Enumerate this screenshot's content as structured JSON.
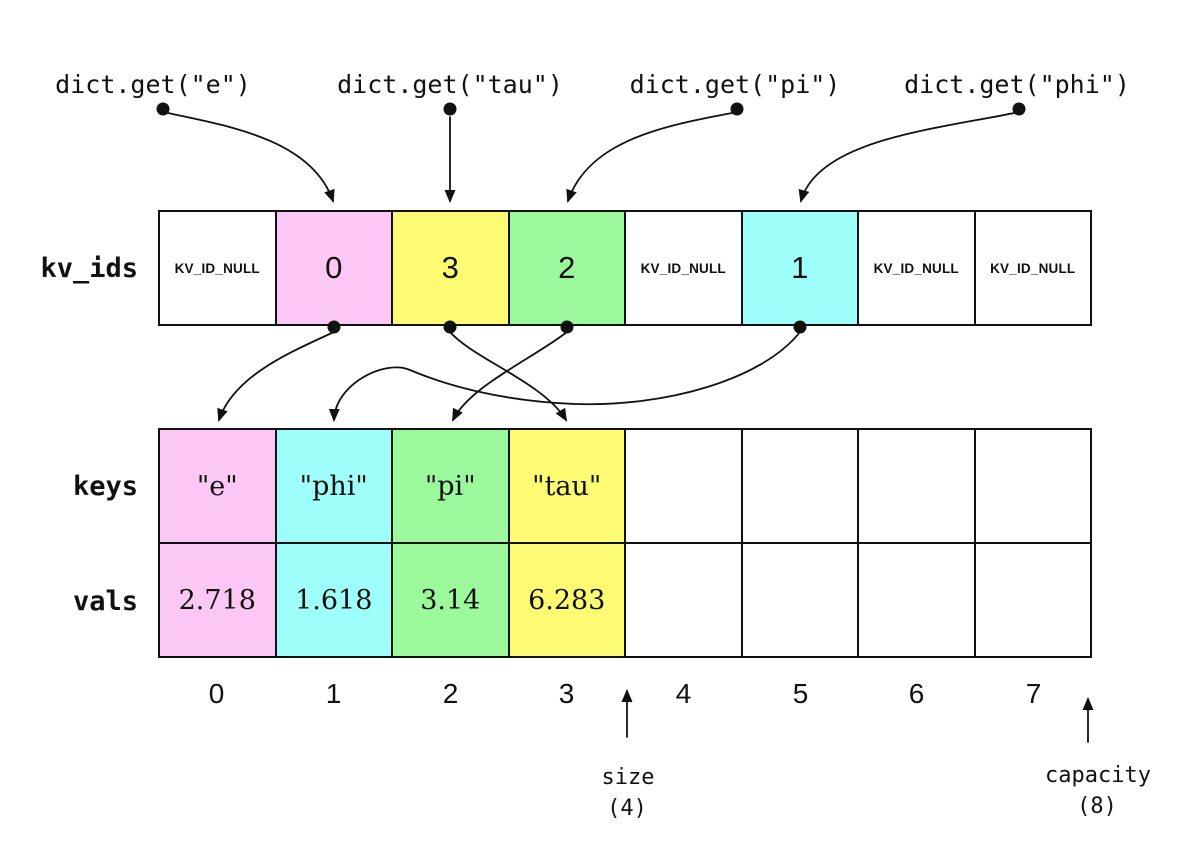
{
  "colors": {
    "pink": "#FBC8F5",
    "yellow": "#FDFB72",
    "green": "#9BF89B",
    "cyan": "#9EFEFA",
    "white": "#FFFFFF",
    "ink": "#111111"
  },
  "queries": [
    {
      "label": "dict.get(\"e\")"
    },
    {
      "label": "dict.get(\"tau\")"
    },
    {
      "label": "dict.get(\"pi\")"
    },
    {
      "label": "dict.get(\"phi\")"
    }
  ],
  "rows": {
    "kv_ids": {
      "label": "kv_ids",
      "cells": [
        {
          "text": "KV_ID_NULL",
          "color": "white"
        },
        {
          "text": "0",
          "color": "pink"
        },
        {
          "text": "3",
          "color": "yellow"
        },
        {
          "text": "2",
          "color": "green"
        },
        {
          "text": "KV_ID_NULL",
          "color": "white"
        },
        {
          "text": "1",
          "color": "cyan"
        },
        {
          "text": "KV_ID_NULL",
          "color": "white"
        },
        {
          "text": "KV_ID_NULL",
          "color": "white"
        }
      ]
    },
    "keys": {
      "label": "keys",
      "cells": [
        {
          "text": "\"e\"",
          "color": "pink"
        },
        {
          "text": "\"phi\"",
          "color": "cyan"
        },
        {
          "text": "\"pi\"",
          "color": "green"
        },
        {
          "text": "\"tau\"",
          "color": "yellow"
        },
        {
          "text": "",
          "color": "white"
        },
        {
          "text": "",
          "color": "white"
        },
        {
          "text": "",
          "color": "white"
        },
        {
          "text": "",
          "color": "white"
        }
      ]
    },
    "vals": {
      "label": "vals",
      "cells": [
        {
          "text": "2.718",
          "color": "pink"
        },
        {
          "text": "1.618",
          "color": "cyan"
        },
        {
          "text": "3.14",
          "color": "green"
        },
        {
          "text": "6.283",
          "color": "yellow"
        },
        {
          "text": "",
          "color": "white"
        },
        {
          "text": "",
          "color": "white"
        },
        {
          "text": "",
          "color": "white"
        },
        {
          "text": "",
          "color": "white"
        }
      ]
    }
  },
  "indices": [
    "0",
    "1",
    "2",
    "3",
    "4",
    "5",
    "6",
    "7"
  ],
  "markers": {
    "size": {
      "label": "size",
      "value": "(4)"
    },
    "capacity": {
      "label": "capacity",
      "value": "(8)"
    }
  }
}
